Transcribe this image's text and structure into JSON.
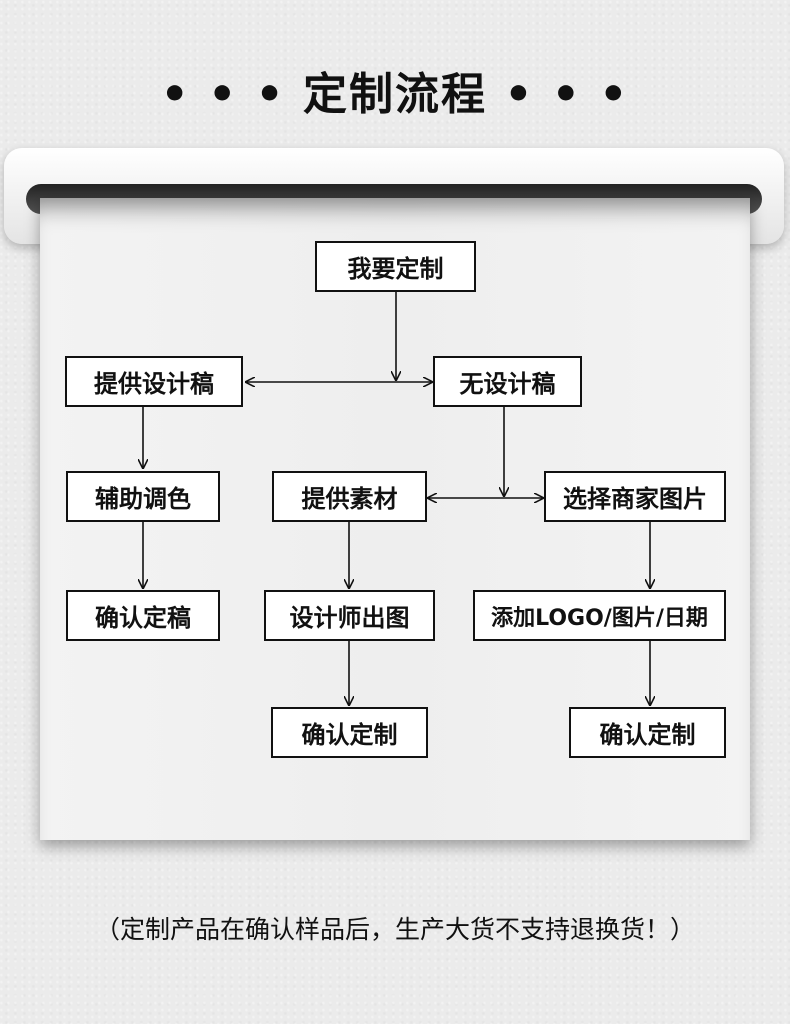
{
  "title": "• • • 定制流程 • • •",
  "nodes": {
    "start": "我要定制",
    "provide_draft": "提供设计稿",
    "no_draft": "无设计稿",
    "assist_color": "辅助调色",
    "provide_material": "提供素材",
    "choose_image": "选择商家图片",
    "confirm_draft": "确认定稿",
    "designer_output": "设计师出图",
    "add_logo": "添加LOGO/图片/日期",
    "confirm_custom_mid": "确认定制",
    "confirm_custom_right": "确认定制"
  },
  "footnote": "（定制产品在确认样品后，生产大货不支持退换货！）",
  "colors": {
    "line": "#111111",
    "box_fill": "#ffffff",
    "background": "#ebebeb"
  }
}
